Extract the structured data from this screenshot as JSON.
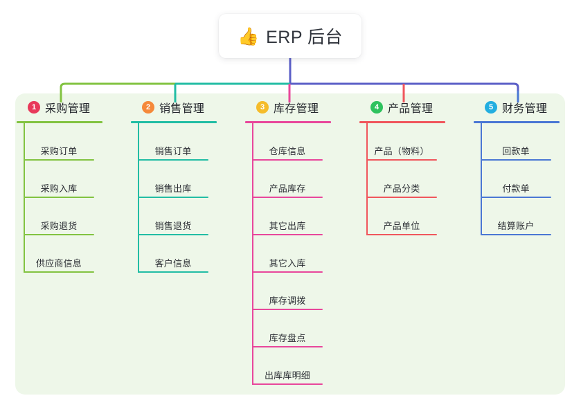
{
  "root": {
    "emoji": "👍",
    "emoji_name": "thumbs-up-icon",
    "title": "ERP 后台"
  },
  "theme": {
    "panel_bg": "#eef7e9",
    "page_bg": "#ffffff",
    "text": "#25282e",
    "trunk_line": "#5b5fc7"
  },
  "columns": [
    {
      "index": "1",
      "title": "采购管理",
      "badge_color": "#e8395a",
      "line_color": "#82c341",
      "items": [
        {
          "label": "采购订单"
        },
        {
          "label": "采购入库"
        },
        {
          "label": "采购退货"
        },
        {
          "label": "供应商信息"
        }
      ]
    },
    {
      "index": "2",
      "title": "销售管理",
      "badge_color": "#f5893a",
      "line_color": "#22bda4",
      "items": [
        {
          "label": "销售订单"
        },
        {
          "label": "销售出库"
        },
        {
          "label": "销售退货"
        },
        {
          "label": "客户信息"
        }
      ]
    },
    {
      "index": "3",
      "title": "库存管理",
      "badge_color": "#f5bc2a",
      "line_color": "#e8479b",
      "items": [
        {
          "label": "仓库信息"
        },
        {
          "label": "产品库存"
        },
        {
          "label": "其它出库"
        },
        {
          "label": "其它入库"
        },
        {
          "label": "库存调拨"
        },
        {
          "label": "库存盘点"
        },
        {
          "label": "出库库明细"
        }
      ]
    },
    {
      "index": "4",
      "title": "产品管理",
      "badge_color": "#2ec25e",
      "line_color": "#f0565c",
      "items": [
        {
          "label": "产品（物料）"
        },
        {
          "label": "产品分类"
        },
        {
          "label": "产品单位"
        }
      ]
    },
    {
      "index": "5",
      "title": "财务管理",
      "badge_color": "#22aee0",
      "line_color": "#4a77d4",
      "items": [
        {
          "label": "回款单"
        },
        {
          "label": "付款单"
        },
        {
          "label": "结算账户"
        }
      ]
    }
  ]
}
